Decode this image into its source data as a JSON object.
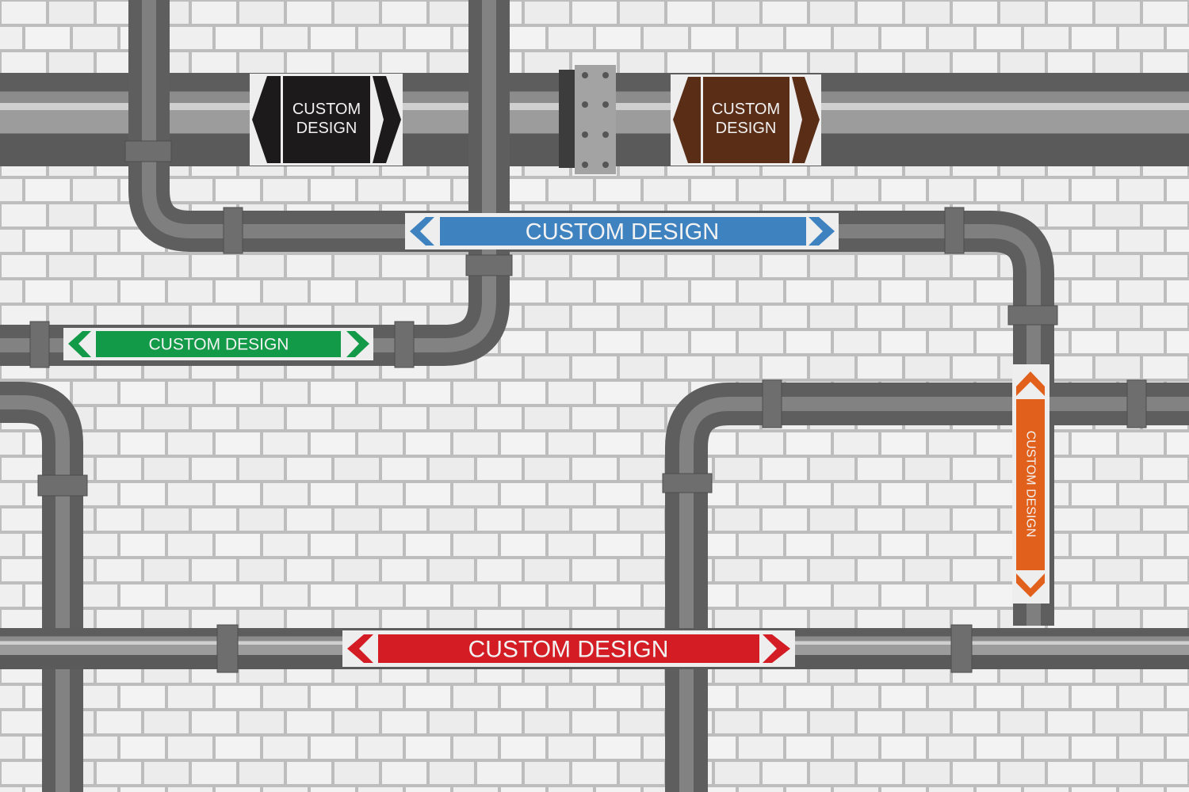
{
  "markers": {
    "black": {
      "line1": "CUSTOM",
      "line2": "DESIGN",
      "color": "#1c1a1a"
    },
    "brown": {
      "line1": "CUSTOM",
      "line2": "DESIGN",
      "color": "#5a2d17"
    },
    "blue": {
      "text": "CUSTOM DESIGN",
      "color": "#3f82c0"
    },
    "green": {
      "text": "CUSTOM DESIGN",
      "color": "#129a48"
    },
    "orange": {
      "text": "CUSTOM DESIGN",
      "color": "#e0601c"
    },
    "red": {
      "text": "CUSTOM DESIGN",
      "color": "#d41c24"
    }
  }
}
